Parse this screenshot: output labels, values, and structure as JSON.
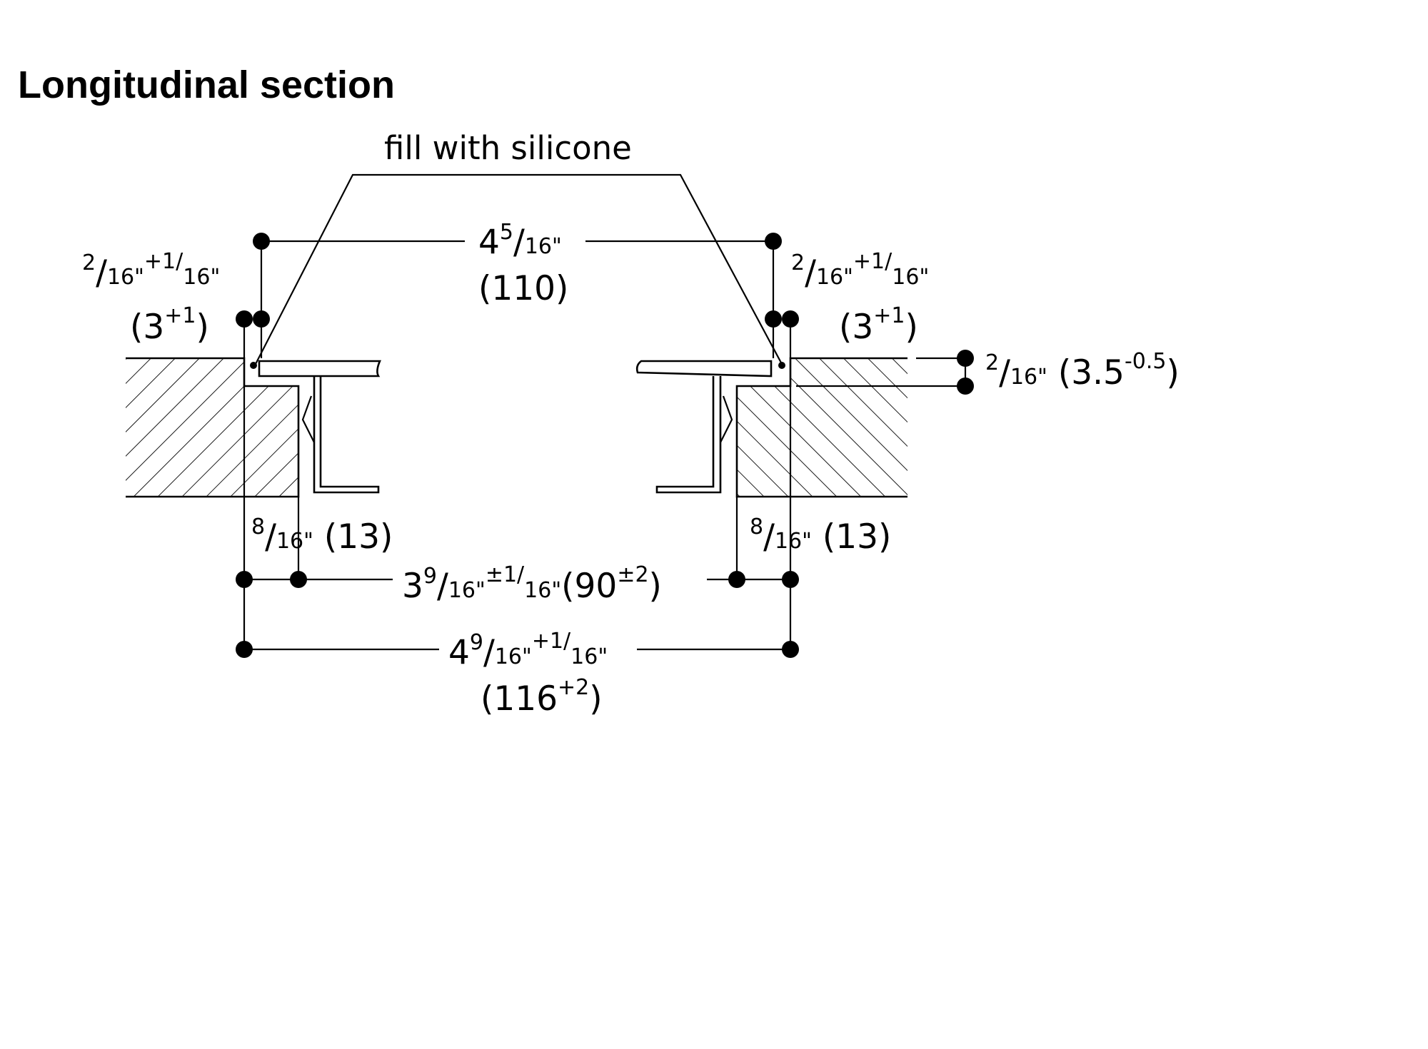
{
  "title": "Longitudinal section",
  "note_silicone": "fill with silicone",
  "dims": {
    "top_width": {
      "whole": "4",
      "num": "5",
      "den": "16\"",
      "mm": "(110)"
    },
    "gap_left": {
      "num": "2",
      "den": "16\"",
      "tol_sup": "+1/",
      "tol_den": "16\"",
      "mm_base": "(3",
      "mm_sup": "+1",
      "mm_close": ")"
    },
    "gap_right": {
      "num": "2",
      "den": "16\"",
      "tol_sup": "+1/",
      "tol_den": "16\"",
      "mm_base": "(3",
      "mm_sup": "+1",
      "mm_close": ")"
    },
    "thickness": {
      "num": "2",
      "den": "16\"",
      "mm_base": " (3.5",
      "mm_sup": "-0.5",
      "mm_close": ")"
    },
    "lip_left": {
      "num": "8",
      "den": "16\"",
      "mm": " (13)"
    },
    "lip_right": {
      "num": "8",
      "den": "16\"",
      "mm": " (13)"
    },
    "inner_width": {
      "whole": "3",
      "num": "9",
      "den": "16\"",
      "tol_sup": "±1/",
      "tol_den": "16\"",
      "mm_base": "(90",
      "mm_sup": "±2",
      "mm_close": ")"
    },
    "cutout_width": {
      "whole": "4",
      "num": "9",
      "den": "16\"",
      "tol_sup": "+1/",
      "tol_den": "16\"",
      "mm_base": "(116",
      "mm_sup": "+2",
      "mm_close": ")"
    }
  }
}
